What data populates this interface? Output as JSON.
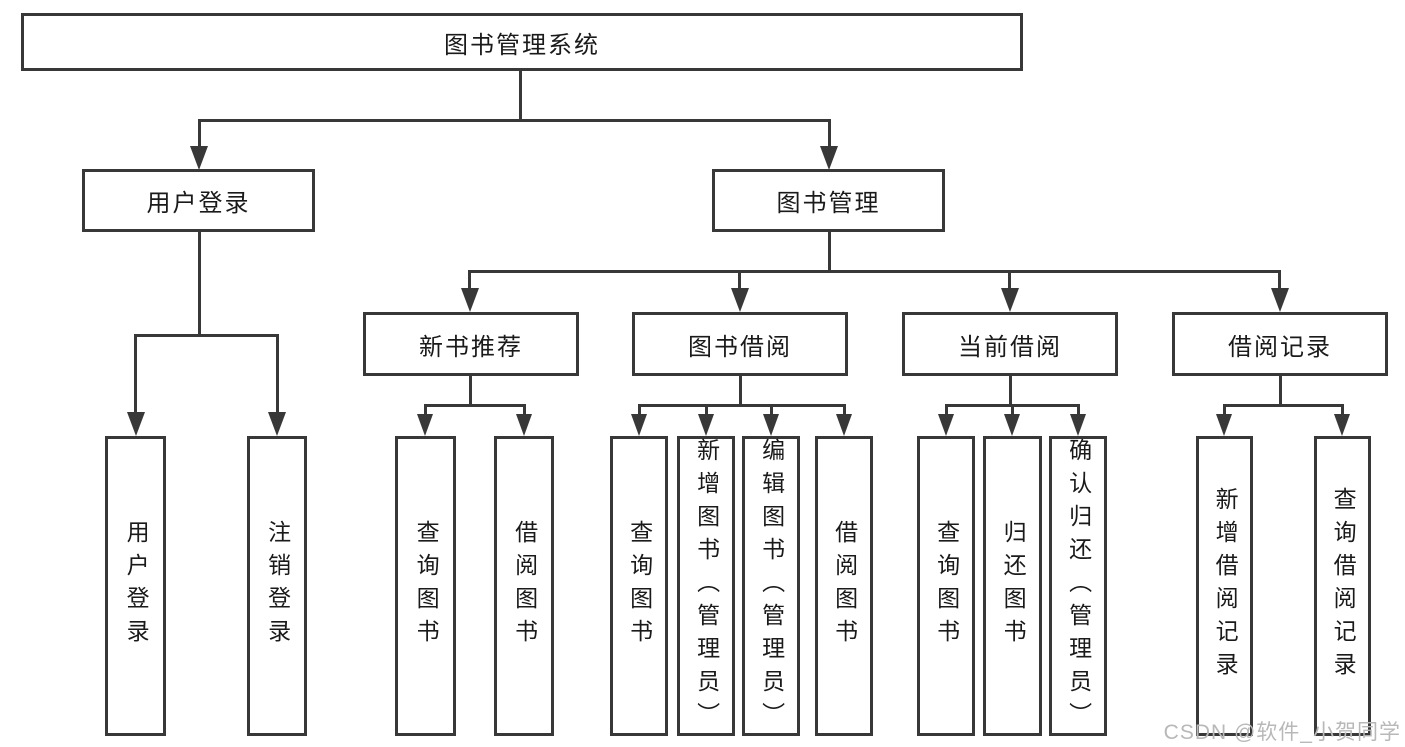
{
  "diagram": {
    "root": {
      "label": "图书管理系统"
    },
    "level2": {
      "user_login": {
        "label": "用户登录"
      },
      "book_management": {
        "label": "图书管理"
      }
    },
    "level3": {
      "new_book_recommend": {
        "label": "新书推荐"
      },
      "book_borrow": {
        "label": "图书借阅"
      },
      "current_borrow": {
        "label": "当前借阅"
      },
      "borrow_records": {
        "label": "借阅记录"
      }
    },
    "leaves": {
      "user_login_leaf": {
        "label": "用户登录"
      },
      "logout_leaf": {
        "label": "注销登录"
      },
      "recommend_query_book": {
        "label": "查询图书"
      },
      "recommend_borrow_book": {
        "label": "借阅图书"
      },
      "borrow_query_book": {
        "label": "查询图书"
      },
      "add_book_admin": {
        "label": "新增图书（管理员）"
      },
      "edit_book_admin": {
        "label": "编辑图书（管理员）"
      },
      "borrow_borrow_book": {
        "label": "借阅图书"
      },
      "current_query_book": {
        "label": "查询图书"
      },
      "return_book": {
        "label": "归还图书"
      },
      "confirm_return_admin": {
        "label": "确认归还（管理员）"
      },
      "add_borrow_record": {
        "label": "新增借阅记录"
      },
      "query_borrow_record": {
        "label": "查询借阅记录"
      }
    }
  },
  "watermark": {
    "text": "CSDN @软件_小贺同学"
  },
  "colors": {
    "line": "#383838",
    "text": "#1a1a1a",
    "background": "#ffffff",
    "watermark": "#b8b8b8"
  }
}
